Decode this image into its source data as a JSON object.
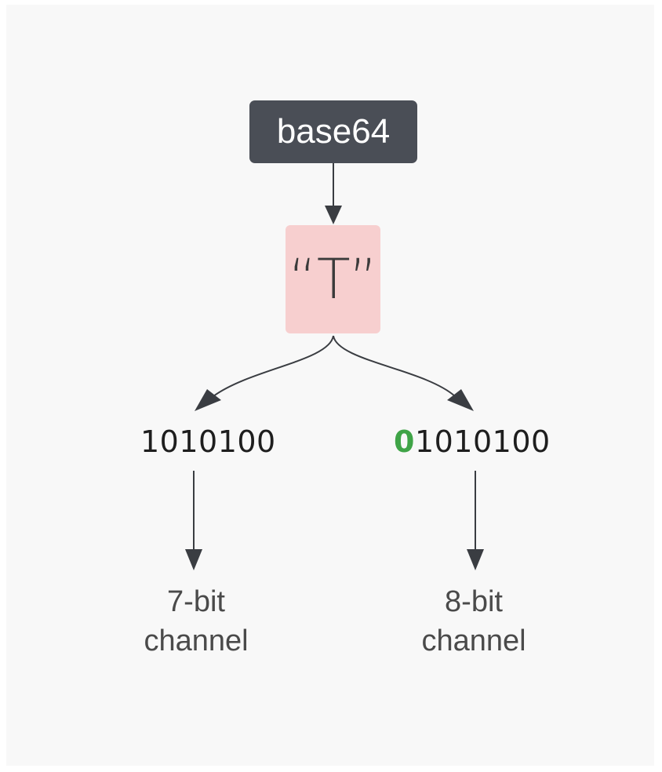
{
  "nodes": {
    "encoding": "base64",
    "character": "“T”",
    "seven_bit_value": "1010100",
    "eight_bit_pad": "0",
    "eight_bit_rest": "1010100",
    "seven_bit_channel": {
      "line1": "7-bit",
      "line2": "channel"
    },
    "eight_bit_channel": {
      "line1": "8-bit",
      "line2": "channel"
    }
  },
  "colors": {
    "encoding_box": "#4a4e56",
    "character_box": "#f7cfcf",
    "pad_bit": "#3fa447",
    "arrow": "#3a3d42"
  }
}
